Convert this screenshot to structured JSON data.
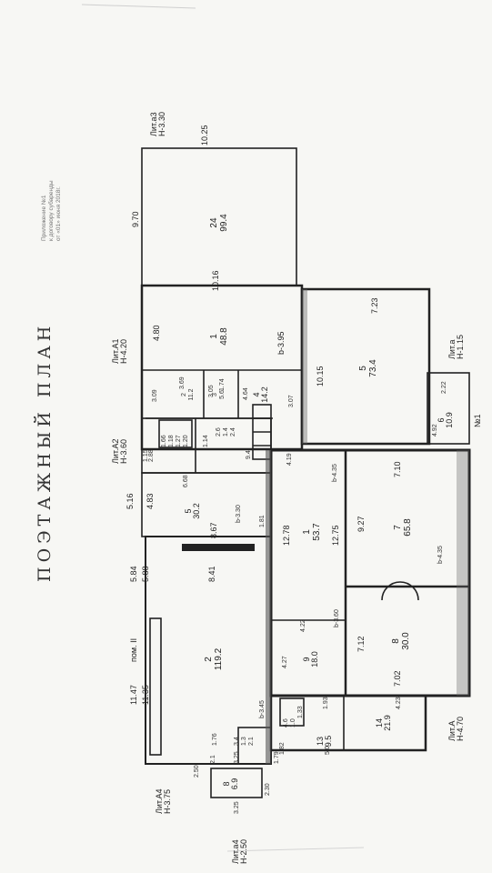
{
  "page_title": "ПОЭТАЖНЫЙ ПЛАН",
  "stamp_lines": [
    "Приложение №1",
    "к договору субаренды",
    "от «01» июня 2018г."
  ],
  "scan_lines": {
    "top_gray": "#cfcfcf",
    "bottom_gray": "#cfcfcf"
  },
  "lit": {
    "a3": [
      "Лит.а3",
      "Н-3.30"
    ],
    "a1": [
      "Лит.А1",
      "Н-4.20"
    ],
    "a2": [
      "Лит.А2",
      "Н-3.60"
    ],
    "a_top": [
      "Лит.а",
      "Н-1.15"
    ],
    "a_main": [
      "Лит.А",
      "Н-4.70"
    ],
    "a4": [
      "Лит.А4",
      "Н-3.75"
    ],
    "a4b": [
      "Лит.а4",
      "Н-2.50"
    ]
  },
  "pom_label": "пом. II",
  "north_label": "№1",
  "dims": {
    "d1025": "10.25",
    "d970": "9.70",
    "d1016": "10.16",
    "d480": "4.80",
    "d395": "b-3.95",
    "d723": "7.23",
    "d1015": "10.15",
    "d369": "3.69",
    "d309": "3.09",
    "d305": "3.05",
    "d174": "1.74",
    "d464": "4.64",
    "d307": "3.07",
    "d222": "2.22",
    "d492": "4.92",
    "d288": "2.88",
    "d668": "6.68",
    "d419": "4.19",
    "d710": "7.10",
    "d435": "b-4.35",
    "d516": "5.16",
    "d483": "4.83",
    "d867": "8.67",
    "d330": "b-3.30",
    "d1278": "12.78",
    "d1275": "12.75",
    "d927": "9.27",
    "d435b": "b-4.35",
    "d584": "5.84",
    "d588": "5.88",
    "d841": "8.41",
    "d422": "4.22",
    "d360": "b-3.60",
    "d712": "7.12",
    "d427": "4.27",
    "d702": "7.02",
    "d1147": "11.47",
    "d1135": "11.35",
    "d345": "b-3.45",
    "d193": "1.93",
    "d423": "4.23",
    "d176": "1.76",
    "d325": "3.25",
    "d250": "2.50",
    "d230": "2.30",
    "d325b": "3.25",
    "d21": "2.1"
  },
  "rooms": [
    {
      "no": "24",
      "area": "99.4"
    },
    {
      "no": "1",
      "area": "48.8"
    },
    {
      "no": "5",
      "area": "73.4"
    },
    {
      "no": "2",
      "area": "11.2"
    },
    {
      "no": "3",
      "area": "5.6"
    },
    {
      "no": "4",
      "area": "14.2"
    },
    {
      "no": "6",
      "area": "10.9"
    },
    {
      "no": "1",
      "area": "53.7"
    },
    {
      "no": "7",
      "area": "65.8"
    },
    {
      "no": "5",
      "area": "30.2"
    },
    {
      "no": "2",
      "area": "119.2"
    },
    {
      "no": "9",
      "area": "18.0"
    },
    {
      "no": "8",
      "area": "30.0"
    },
    {
      "no": "14",
      "area": "21.9"
    },
    {
      "no": "13",
      "area": "9.5"
    },
    {
      "no": "8",
      "area": "6.9"
    }
  ],
  "small_rooms": [
    "1.66",
    "1.18",
    "1.27",
    "1.20",
    "1.14",
    "2.6",
    "1.4",
    "2.4",
    "4.6",
    "1.0",
    "1.33",
    "1.82",
    "1.79",
    "3.4",
    "1.3",
    "2.1"
  ],
  "extra": {
    "e540": "5.0",
    "e9": "9.4",
    "e318": "1.81",
    "e115": "1.15"
  }
}
